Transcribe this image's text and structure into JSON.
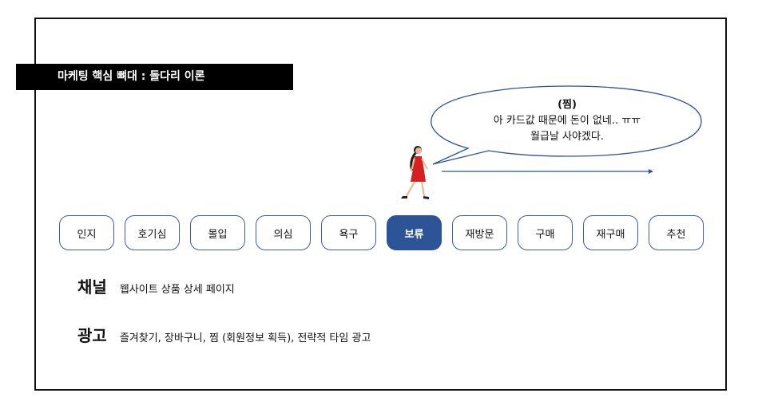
{
  "title": "마케팅 핵심 뼈대 : 돌다리 이론",
  "speech": {
    "speaker": "(찜)",
    "line1": "아 카드값 때문에 돈이 없네.. ㅠㅠ",
    "line2": "월급날 사야겠다."
  },
  "stages": [
    {
      "label": "인지",
      "active": false
    },
    {
      "label": "호기심",
      "active": false
    },
    {
      "label": "몰입",
      "active": false
    },
    {
      "label": "의심",
      "active": false
    },
    {
      "label": "욕구",
      "active": false
    },
    {
      "label": "보류",
      "active": true
    },
    {
      "label": "재방문",
      "active": false
    },
    {
      "label": "구매",
      "active": false
    },
    {
      "label": "재구매",
      "active": false
    },
    {
      "label": "추천",
      "active": false
    }
  ],
  "channel": {
    "label": "채널",
    "text": "웹사이트 상품 상세 페이지"
  },
  "ad": {
    "label": "광고",
    "text": "즐겨찾기, 장바구니, 찜 (회원정보 획득), 전략적 타임 광고"
  },
  "colors": {
    "active_stage": "#2d5497",
    "stage_border": "#3e5f8f",
    "title_bg": "#000000",
    "figure_dress": "#d42020"
  }
}
